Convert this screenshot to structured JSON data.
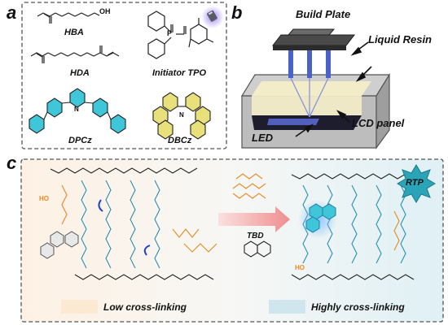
{
  "panels": {
    "a": {
      "letter": "a",
      "compounds": [
        {
          "id": "hba",
          "label": "HBA",
          "substituent": "OH"
        },
        {
          "id": "hda",
          "label": "HDA"
        },
        {
          "id": "tpo",
          "label": "Initiator TPO",
          "atom": "P"
        },
        {
          "id": "dpcz",
          "label": "DPCz",
          "atom": "N",
          "color": "#3fc6d8"
        },
        {
          "id": "dbcz",
          "label": "DBCz",
          "atom": "N",
          "color": "#e8e07a"
        }
      ]
    },
    "b": {
      "letter": "b",
      "labels": {
        "build_plate": "Build Plate",
        "liquid_resin": "Liquid Resin",
        "lcd_panel": "LCD panel",
        "led": "LED"
      },
      "colors": {
        "resin": "#f3ecc8",
        "beam": "#4a62c8",
        "plate": "#3a3a3a"
      }
    },
    "c": {
      "letter": "c",
      "catalyst_label": "TBD",
      "rtp_badge": "RTP",
      "pendant_group": "HO",
      "legend": [
        {
          "label": "Low cross-linking",
          "color": "#fce9d2"
        },
        {
          "label": "Highly cross-linking",
          "color": "#cfe6ef"
        }
      ],
      "colors": {
        "ester": "#2a8fb3",
        "hydroxyl": "#e58a1f",
        "arrow": "#f29a9a",
        "badge": "#2ba4b8",
        "exchange": "#1c3fd1"
      }
    }
  }
}
